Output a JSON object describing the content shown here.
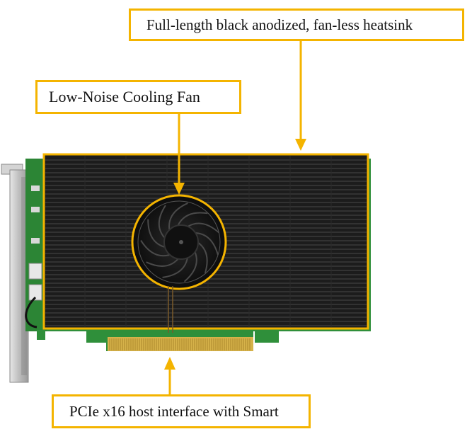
{
  "callouts": {
    "heatsink": "Full-length black anodized, fan-less heatsink",
    "fan": "Low-Noise Cooling Fan",
    "pcie": "PCIe x16 host interface with Smart"
  },
  "colors": {
    "callout_border": "#f4b400",
    "heatsink": "#1c1c1c",
    "pcb": "#2f8f3a",
    "gold_contacts": "#d6b24a",
    "bracket": "#c8c8c8"
  }
}
